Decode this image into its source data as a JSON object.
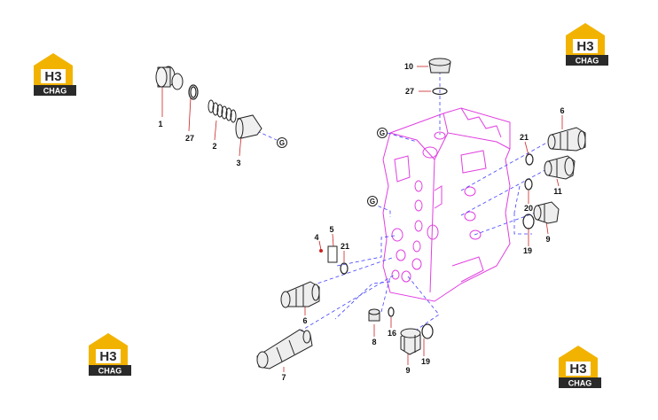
{
  "logo": {
    "mark": "H3",
    "word": "CHAG",
    "color_yellow": "#f2b300",
    "color_dark": "#2a2a2a"
  },
  "colors": {
    "valve_body": "#e040e0",
    "leader": "#4040ff",
    "part_stroke": "#222222"
  },
  "callouts": {
    "c1": "1",
    "c27a": "27",
    "c2": "2",
    "c3": "3",
    "c10": "10",
    "c27b": "27",
    "c6a": "6",
    "c21a": "21",
    "c11": "11",
    "c20": "20",
    "c19a": "19",
    "c9a": "9",
    "c4": "4",
    "c5": "5",
    "c21b": "21",
    "c6b": "6",
    "c7": "7",
    "c8": "8",
    "c16": "16",
    "c9b": "9",
    "c19b": "19"
  },
  "g_marker": "G"
}
